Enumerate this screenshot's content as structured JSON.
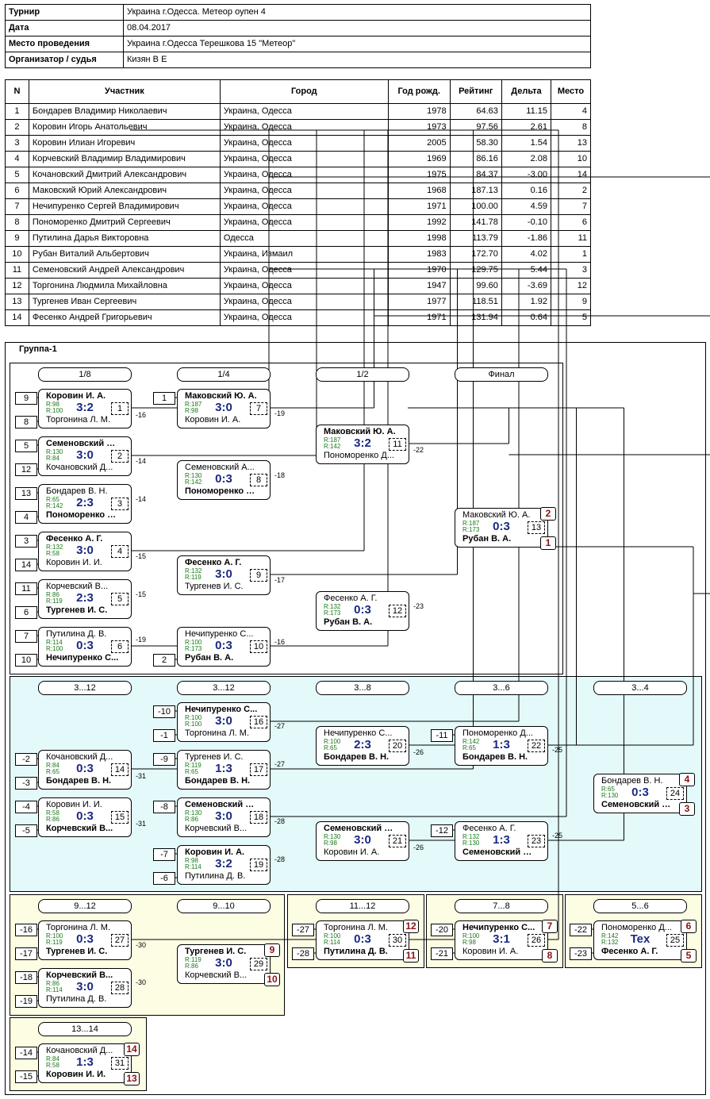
{
  "info": [
    {
      "label": "Турнир",
      "value": "Украина г.Одесса. Метеор оупен 4"
    },
    {
      "label": "Дата",
      "value": "08.04.2017"
    },
    {
      "label": "Место проведения",
      "value": "Украина г.Одесса Терешкова 15 \"Метеор\""
    },
    {
      "label": "Организатор / судья",
      "value": "Кизян В Е"
    }
  ],
  "table": {
    "headers": [
      "N",
      "Участник",
      "Город",
      "Год рожд.",
      "Рейтинг",
      "Дельта",
      "Место"
    ],
    "rows": [
      [
        "1",
        "Бондарев Владимир Николаевич",
        "Украина, Одесса",
        "1978",
        "64.63",
        "11.15",
        "4"
      ],
      [
        "2",
        "Коровин Игорь Анатольевич",
        "Украина, Одесса",
        "1973",
        "97.56",
        "2.61",
        "8"
      ],
      [
        "3",
        "Коровин Илиан Игоревич",
        "Украина, Одесса",
        "2005",
        "58.30",
        "1.54",
        "13"
      ],
      [
        "4",
        "Корчевский Владимир Владимирович",
        "Украина, Одесса",
        "1969",
        "86.16",
        "2.08",
        "10"
      ],
      [
        "5",
        "Кочановский Дмитрий Александрович",
        "Украина, Одесса",
        "1975",
        "84.37",
        "-3.00",
        "14"
      ],
      [
        "6",
        "Маковский Юрий Александрович",
        "Украина, Одесса",
        "1968",
        "187.13",
        "0.16",
        "2"
      ],
      [
        "7",
        "Нечипуренко Сергей Владимирович",
        "Украина, Одесса",
        "1971",
        "100.00",
        "4.59",
        "7"
      ],
      [
        "8",
        "Пономоренко Дмитрий Сергеевич",
        "Украина, Одесса",
        "1992",
        "141.78",
        "-0.10",
        "6"
      ],
      [
        "9",
        "Путилина Дарья Викторовна",
        "Одесса",
        "1998",
        "113.79",
        "-1.86",
        "11"
      ],
      [
        "10",
        "Рубан Виталий Альбертович",
        "Украина, Измаил",
        "1983",
        "172.70",
        "4.02",
        "1"
      ],
      [
        "11",
        "Семеновский Андрей Александрович",
        "Украина, Одесса",
        "1970",
        "129.75",
        "5.44",
        "3"
      ],
      [
        "12",
        "Торгонина Людмила Михайловна",
        "Украина, Одесса",
        "1947",
        "99.60",
        "-3.69",
        "12"
      ],
      [
        "13",
        "Тургенев Иван Сергеевич",
        "Украина, Одесса",
        "1977",
        "118.51",
        "1.92",
        "9"
      ],
      [
        "14",
        "Фесенко Андрей Григорьевич",
        "Украина, Одесса",
        "1971",
        "131.94",
        "0.64",
        "5"
      ]
    ]
  },
  "group_title": "Группа-1",
  "round_labels": [
    "1/8",
    "1/4",
    "1/2",
    "Финал",
    "3...12",
    "3...12",
    "3...8",
    "3...6",
    "3...4",
    "9...12",
    "9...10",
    "11...12",
    "7...8",
    "5...6",
    "13...14"
  ],
  "matches": [
    {
      "id": "1",
      "p1": "Коровин И. А.",
      "r1": "R:98",
      "p2": "Торгонина Л. М.",
      "r2": "R:100",
      "score": "3:2",
      "w": 1
    },
    {
      "id": "2",
      "p1": "Семеновский А...",
      "r1": "R:130",
      "p2": "Кочановский Д...",
      "r2": "R:84",
      "score": "3:0",
      "w": 1
    },
    {
      "id": "3",
      "p1": "Бондарев В. Н.",
      "r1": "R:65",
      "p2": "Пономоренко Д...",
      "r2": "R:142",
      "score": "2:3",
      "w": 2
    },
    {
      "id": "4",
      "p1": "Фесенко А. Г.",
      "r1": "R:132",
      "p2": "Коровин И. И.",
      "r2": "R:58",
      "score": "3:0",
      "w": 1
    },
    {
      "id": "5",
      "p1": "Корчевский В...",
      "r1": "R:86",
      "p2": "Тургенев И. С.",
      "r2": "R:119",
      "score": "2:3",
      "w": 2
    },
    {
      "id": "6",
      "p1": "Путилина Д. В.",
      "r1": "R:114",
      "p2": "Нечипуренко С...",
      "r2": "R:100",
      "score": "0:3",
      "w": 2
    },
    {
      "id": "7",
      "p1": "Маковский Ю. А.",
      "r1": "R:187",
      "p2": "Коровин И. А.",
      "r2": "R:98",
      "score": "3:0",
      "w": 1
    },
    {
      "id": "8",
      "p1": "Семеновский А...",
      "r1": "R:130",
      "p2": "Пономоренко Д...",
      "r2": "R:142",
      "score": "0:3",
      "w": 2
    },
    {
      "id": "9",
      "p1": "Фесенко А. Г.",
      "r1": "R:132",
      "p2": "Тургенев И. С.",
      "r2": "R:119",
      "score": "3:0",
      "w": 1
    },
    {
      "id": "10",
      "p1": "Нечипуренко С...",
      "r1": "R:100",
      "p2": "Рубан В. А.",
      "r2": "R:173",
      "score": "0:3",
      "w": 2
    },
    {
      "id": "11",
      "p1": "Маковский Ю. А.",
      "r1": "R:187",
      "p2": "Пономоренко Д...",
      "r2": "R:142",
      "score": "3:2",
      "w": 1
    },
    {
      "id": "12",
      "p1": "Фесенко А. Г.",
      "r1": "R:132",
      "p2": "Рубан В. А.",
      "r2": "R:173",
      "score": "0:3",
      "w": 2
    },
    {
      "id": "13",
      "p1": "Маковский Ю. А.",
      "r1": "R:187",
      "p2": "Рубан В. А.",
      "r2": "R:173",
      "score": "0:3",
      "w": 2
    },
    {
      "id": "14",
      "p1": "Кочановский Д...",
      "r1": "R:84",
      "p2": "Бондарев В. Н.",
      "r2": "R:65",
      "score": "0:3",
      "w": 2
    },
    {
      "id": "15",
      "p1": "Коровин И. И.",
      "r1": "R:58",
      "p2": "Корчевский В...",
      "r2": "R:86",
      "score": "0:3",
      "w": 2
    },
    {
      "id": "16",
      "p1": "Нечипуренко С...",
      "r1": "R:100",
      "p2": "Торгонина Л. М.",
      "r2": "R:100",
      "score": "3:0",
      "w": 1
    },
    {
      "id": "17",
      "p1": "Тургенев И. С.",
      "r1": "R:119",
      "p2": "Бондарев В. Н.",
      "r2": "R:65",
      "score": "1:3",
      "w": 2
    },
    {
      "id": "18",
      "p1": "Семеновский А...",
      "r1": "R:130",
      "p2": "Корчевский В...",
      "r2": "R:86",
      "score": "3:0",
      "w": 1
    },
    {
      "id": "19",
      "p1": "Коровин И. А.",
      "r1": "R:98",
      "p2": "Путилина Д. В.",
      "r2": "R:114",
      "score": "3:2",
      "w": 1
    },
    {
      "id": "20",
      "p1": "Нечипуренко С...",
      "r1": "R:100",
      "p2": "Бондарев В. Н.",
      "r2": "R:65",
      "score": "2:3",
      "w": 2
    },
    {
      "id": "21",
      "p1": "Семеновский А...",
      "r1": "R:130",
      "p2": "Коровин И. А.",
      "r2": "R:98",
      "score": "3:0",
      "w": 1
    },
    {
      "id": "22",
      "p1": "Пономоренко Д...",
      "r1": "R:142",
      "p2": "Бондарев В. Н.",
      "r2": "R:65",
      "score": "1:3",
      "w": 2
    },
    {
      "id": "23",
      "p1": "Фесенко А. Г.",
      "r1": "R:132",
      "p2": "Семеновский А...",
      "r2": "R:130",
      "score": "1:3",
      "w": 2
    },
    {
      "id": "24",
      "p1": "Бондарев В. Н.",
      "r1": "R:65",
      "p2": "Семеновский А...",
      "r2": "R:130",
      "score": "0:3",
      "w": 2
    },
    {
      "id": "27",
      "p1": "Торгонина Л. М.",
      "r1": "R:100",
      "p2": "Тургенев И. С.",
      "r2": "R:119",
      "score": "0:3",
      "w": 2
    },
    {
      "id": "28",
      "p1": "Корчевский В...",
      "r1": "R:86",
      "p2": "Путилина Д. В.",
      "r2": "R:114",
      "score": "3:0",
      "w": 1
    },
    {
      "id": "29",
      "p1": "Тургенев И. С.",
      "r1": "R:119",
      "p2": "Корчевский В...",
      "r2": "R:86",
      "score": "3:0",
      "w": 1
    },
    {
      "id": "30",
      "p1": "Торгонина Л. М.",
      "r1": "R:100",
      "p2": "Путилина Д. В.",
      "r2": "R:114",
      "score": "0:3",
      "w": 2
    },
    {
      "id": "26",
      "p1": "Нечипуренко С...",
      "r1": "R:100",
      "p2": "Коровин И. А.",
      "r2": "R:98",
      "score": "3:1",
      "w": 1
    },
    {
      "id": "25",
      "p1": "Пономоренко Д...",
      "r1": "R:142",
      "p2": "Фесенко А. Г.",
      "r2": "R:132",
      "score": "Tex",
      "w": 2
    },
    {
      "id": "31",
      "p1": "Кочановский Д...",
      "r1": "R:84",
      "p2": "Коровин И. И.",
      "r2": "R:58",
      "score": "1:3",
      "w": 2
    }
  ],
  "seats": [
    "9",
    "8",
    "5",
    "12",
    "13",
    "4",
    "3",
    "14",
    "11",
    "6",
    "7",
    "10",
    "1",
    "2",
    "-10",
    "-1",
    "-9",
    "-2",
    "-3",
    "-8",
    "-4",
    "-5",
    "-7",
    "-6",
    "-11",
    "-12",
    "-16",
    "-17",
    "-18",
    "-19",
    "-27",
    "-28",
    "-20",
    "-21",
    "-22",
    "-23",
    "-14",
    "-15"
  ],
  "places": [
    "2",
    "1",
    "4",
    "3",
    "9",
    "10",
    "12",
    "11",
    "7",
    "8",
    "6",
    "5",
    "14",
    "13"
  ],
  "link_labels": [
    "-16",
    "-14",
    "-14",
    "-15",
    "-15",
    "-19",
    "-19",
    "-18",
    "-17",
    "-16",
    "-22",
    "-23",
    "-31",
    "-31",
    "-27",
    "-27",
    "-28",
    "-28",
    "-26",
    "-26",
    "-25",
    "-25",
    "-30",
    "-30"
  ]
}
